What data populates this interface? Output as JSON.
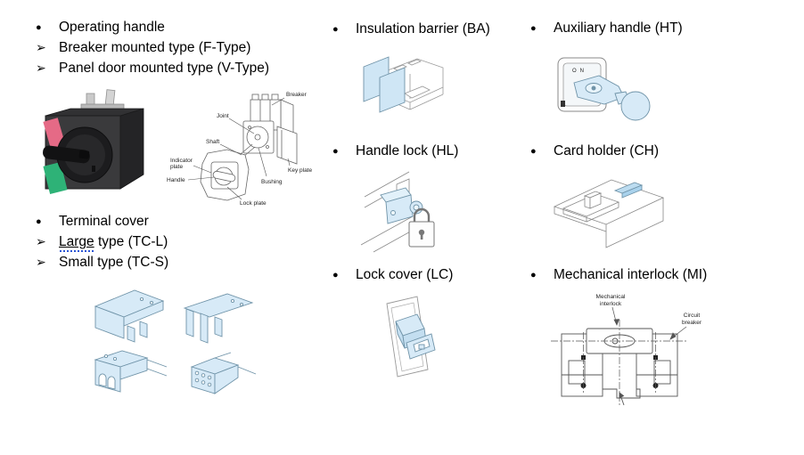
{
  "markers": {
    "bullet": "●",
    "arrow": "➢"
  },
  "sections": {
    "operating_handle": {
      "title": "Operating handle",
      "subitems": [
        "Breaker mounted type (F-Type)",
        "Panel door mounted type (V-Type)"
      ],
      "diagram_labels": {
        "breaker": "Breaker",
        "joint": "Joint",
        "shaft": "Shaft",
        "indicator_line1": "Indicator",
        "indicator_line2": "plate",
        "handle": "Handle",
        "key_plate": "Key plate",
        "bushing": "Bushing",
        "lock_plate": "Lock plate"
      }
    },
    "terminal_cover": {
      "title": "Terminal cover",
      "large_word": "Large",
      "large_rest": " type (TC-L)",
      "small_item": "Small type (TC-S)"
    },
    "insulation_barrier": {
      "title": "Insulation barrier (BA)"
    },
    "handle_lock": {
      "title": "Handle lock (HL)"
    },
    "lock_cover": {
      "title": "Lock cover (LC)"
    },
    "auxiliary_handle": {
      "title": "Auxiliary handle (HT)",
      "plate_text": "ON"
    },
    "card_holder": {
      "title": "Card holder (CH)"
    },
    "mechanical_interlock": {
      "title": "Mechanical interlock (MI)",
      "diagram_labels": {
        "interlock_line1": "Mechanical",
        "interlock_line2": "interlock",
        "breaker_line1": "Circuit",
        "breaker_line2": "breaker"
      }
    }
  },
  "colors": {
    "illustration_blue": "#d7eaf7",
    "illustration_blue_stroke": "#6f93a8",
    "handle_label_pink": "#e56a86",
    "handle_label_green": "#2eb277",
    "squiggle_blue": "#2b55d4",
    "on_text_red": "#cc3a2a"
  }
}
